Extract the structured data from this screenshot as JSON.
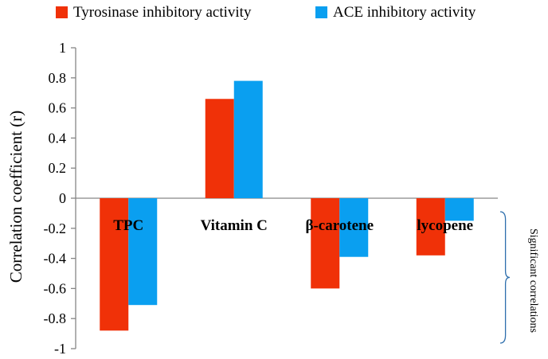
{
  "chart_data": {
    "type": "bar",
    "categories": [
      "TPC",
      "Vitamin C",
      "β-carotene",
      "lycopene"
    ],
    "series": [
      {
        "name": "Tyrosinase inhibitory activity",
        "color": "#f03108",
        "values": [
          -0.88,
          0.66,
          -0.6,
          -0.38
        ]
      },
      {
        "name": "ACE inhibitory activity",
        "color": "#0a9ff0",
        "values": [
          -0.71,
          0.78,
          -0.39,
          -0.15
        ]
      }
    ],
    "ylabel": "Correlation coefficient (r)",
    "ylim": [
      -1,
      1
    ],
    "yticks": [
      "1",
      "0.8",
      "0.6",
      "0.4",
      "0.2",
      "0",
      "-0.2",
      "-0.4",
      "-0.6",
      "-0.8",
      "-1"
    ],
    "ytick_values": [
      1,
      0.8,
      0.6,
      0.4,
      0.2,
      0,
      -0.2,
      -0.4,
      -0.6,
      -0.8,
      -1
    ],
    "legend_position": "top",
    "grid": false,
    "annotation": {
      "text": "Significant correlations",
      "range": [
        0,
        -1
      ]
    }
  }
}
